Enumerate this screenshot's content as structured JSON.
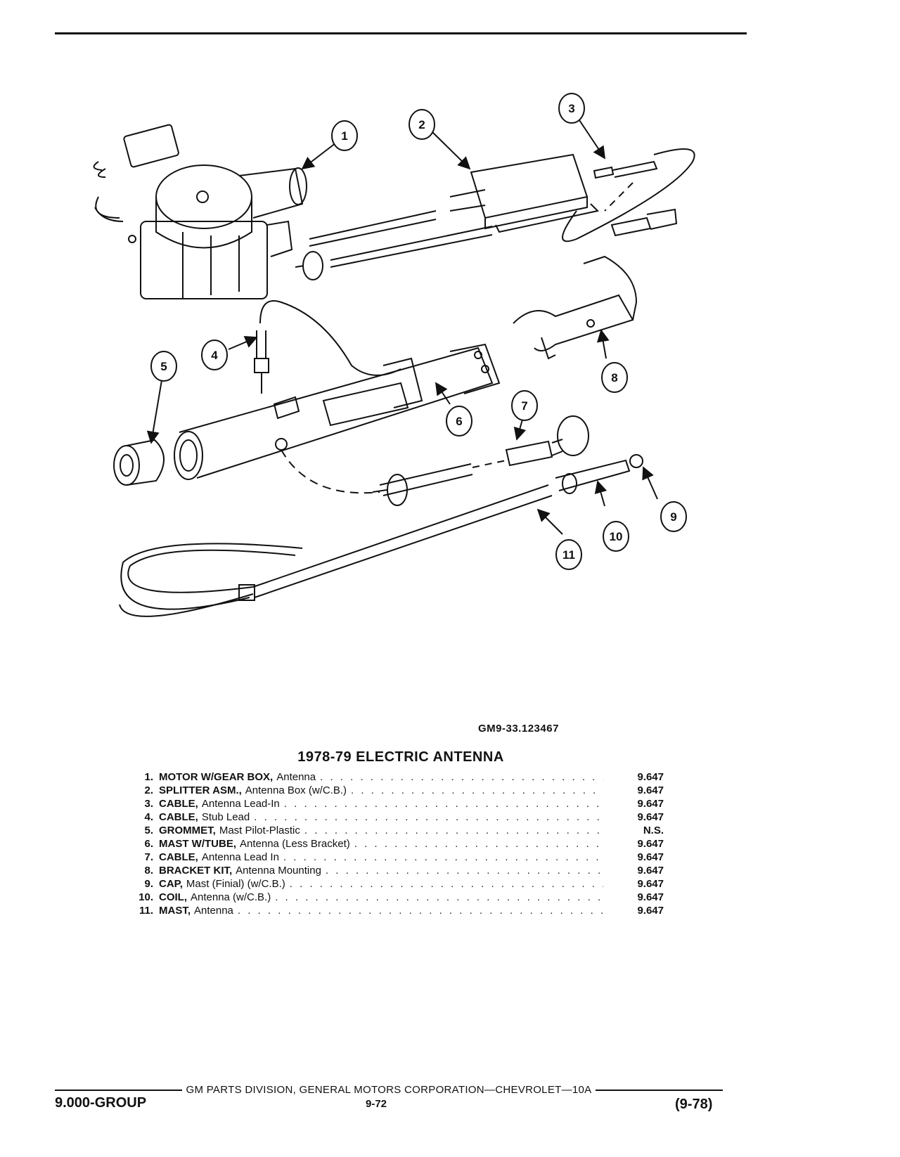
{
  "figure": {
    "code": "GM9-33.123467",
    "callouts": [
      "1",
      "2",
      "3",
      "4",
      "5",
      "6",
      "7",
      "8",
      "9",
      "10",
      "11"
    ]
  },
  "section_title": "1978-79 ELECTRIC ANTENNA",
  "parts": [
    {
      "num": "1.",
      "name": "MOTOR W/GEAR BOX,",
      "desc": "Antenna",
      "code": "9.647"
    },
    {
      "num": "2.",
      "name": "SPLITTER ASM.,",
      "desc": "Antenna Box (w/C.B.)",
      "code": "9.647"
    },
    {
      "num": "3.",
      "name": "CABLE,",
      "desc": "Antenna Lead-In",
      "code": "9.647"
    },
    {
      "num": "4.",
      "name": "CABLE,",
      "desc": "Stub Lead",
      "code": "9.647"
    },
    {
      "num": "5.",
      "name": "GROMMET,",
      "desc": "Mast Pilot-Plastic",
      "code": "N.S."
    },
    {
      "num": "6.",
      "name": "MAST W/TUBE,",
      "desc": "Antenna (Less Bracket)",
      "code": "9.647"
    },
    {
      "num": "7.",
      "name": "CABLE,",
      "desc": "Antenna Lead In",
      "code": "9.647"
    },
    {
      "num": "8.",
      "name": "BRACKET KIT,",
      "desc": "Antenna Mounting",
      "code": "9.647"
    },
    {
      "num": "9.",
      "name": "CAP,",
      "desc": "Mast (Finial) (w/C.B.)",
      "code": "9.647"
    },
    {
      "num": "10.",
      "name": "COIL,",
      "desc": "Antenna (w/C.B.)",
      "code": "9.647"
    },
    {
      "num": "11.",
      "name": "MAST,",
      "desc": "Antenna",
      "code": "9.647"
    }
  ],
  "footer": {
    "center": "GM PARTS DIVISION, GENERAL MOTORS CORPORATION—CHEVROLET—10A",
    "group": "9.000-GROUP",
    "page": "9-72",
    "date": "(9-78)"
  }
}
